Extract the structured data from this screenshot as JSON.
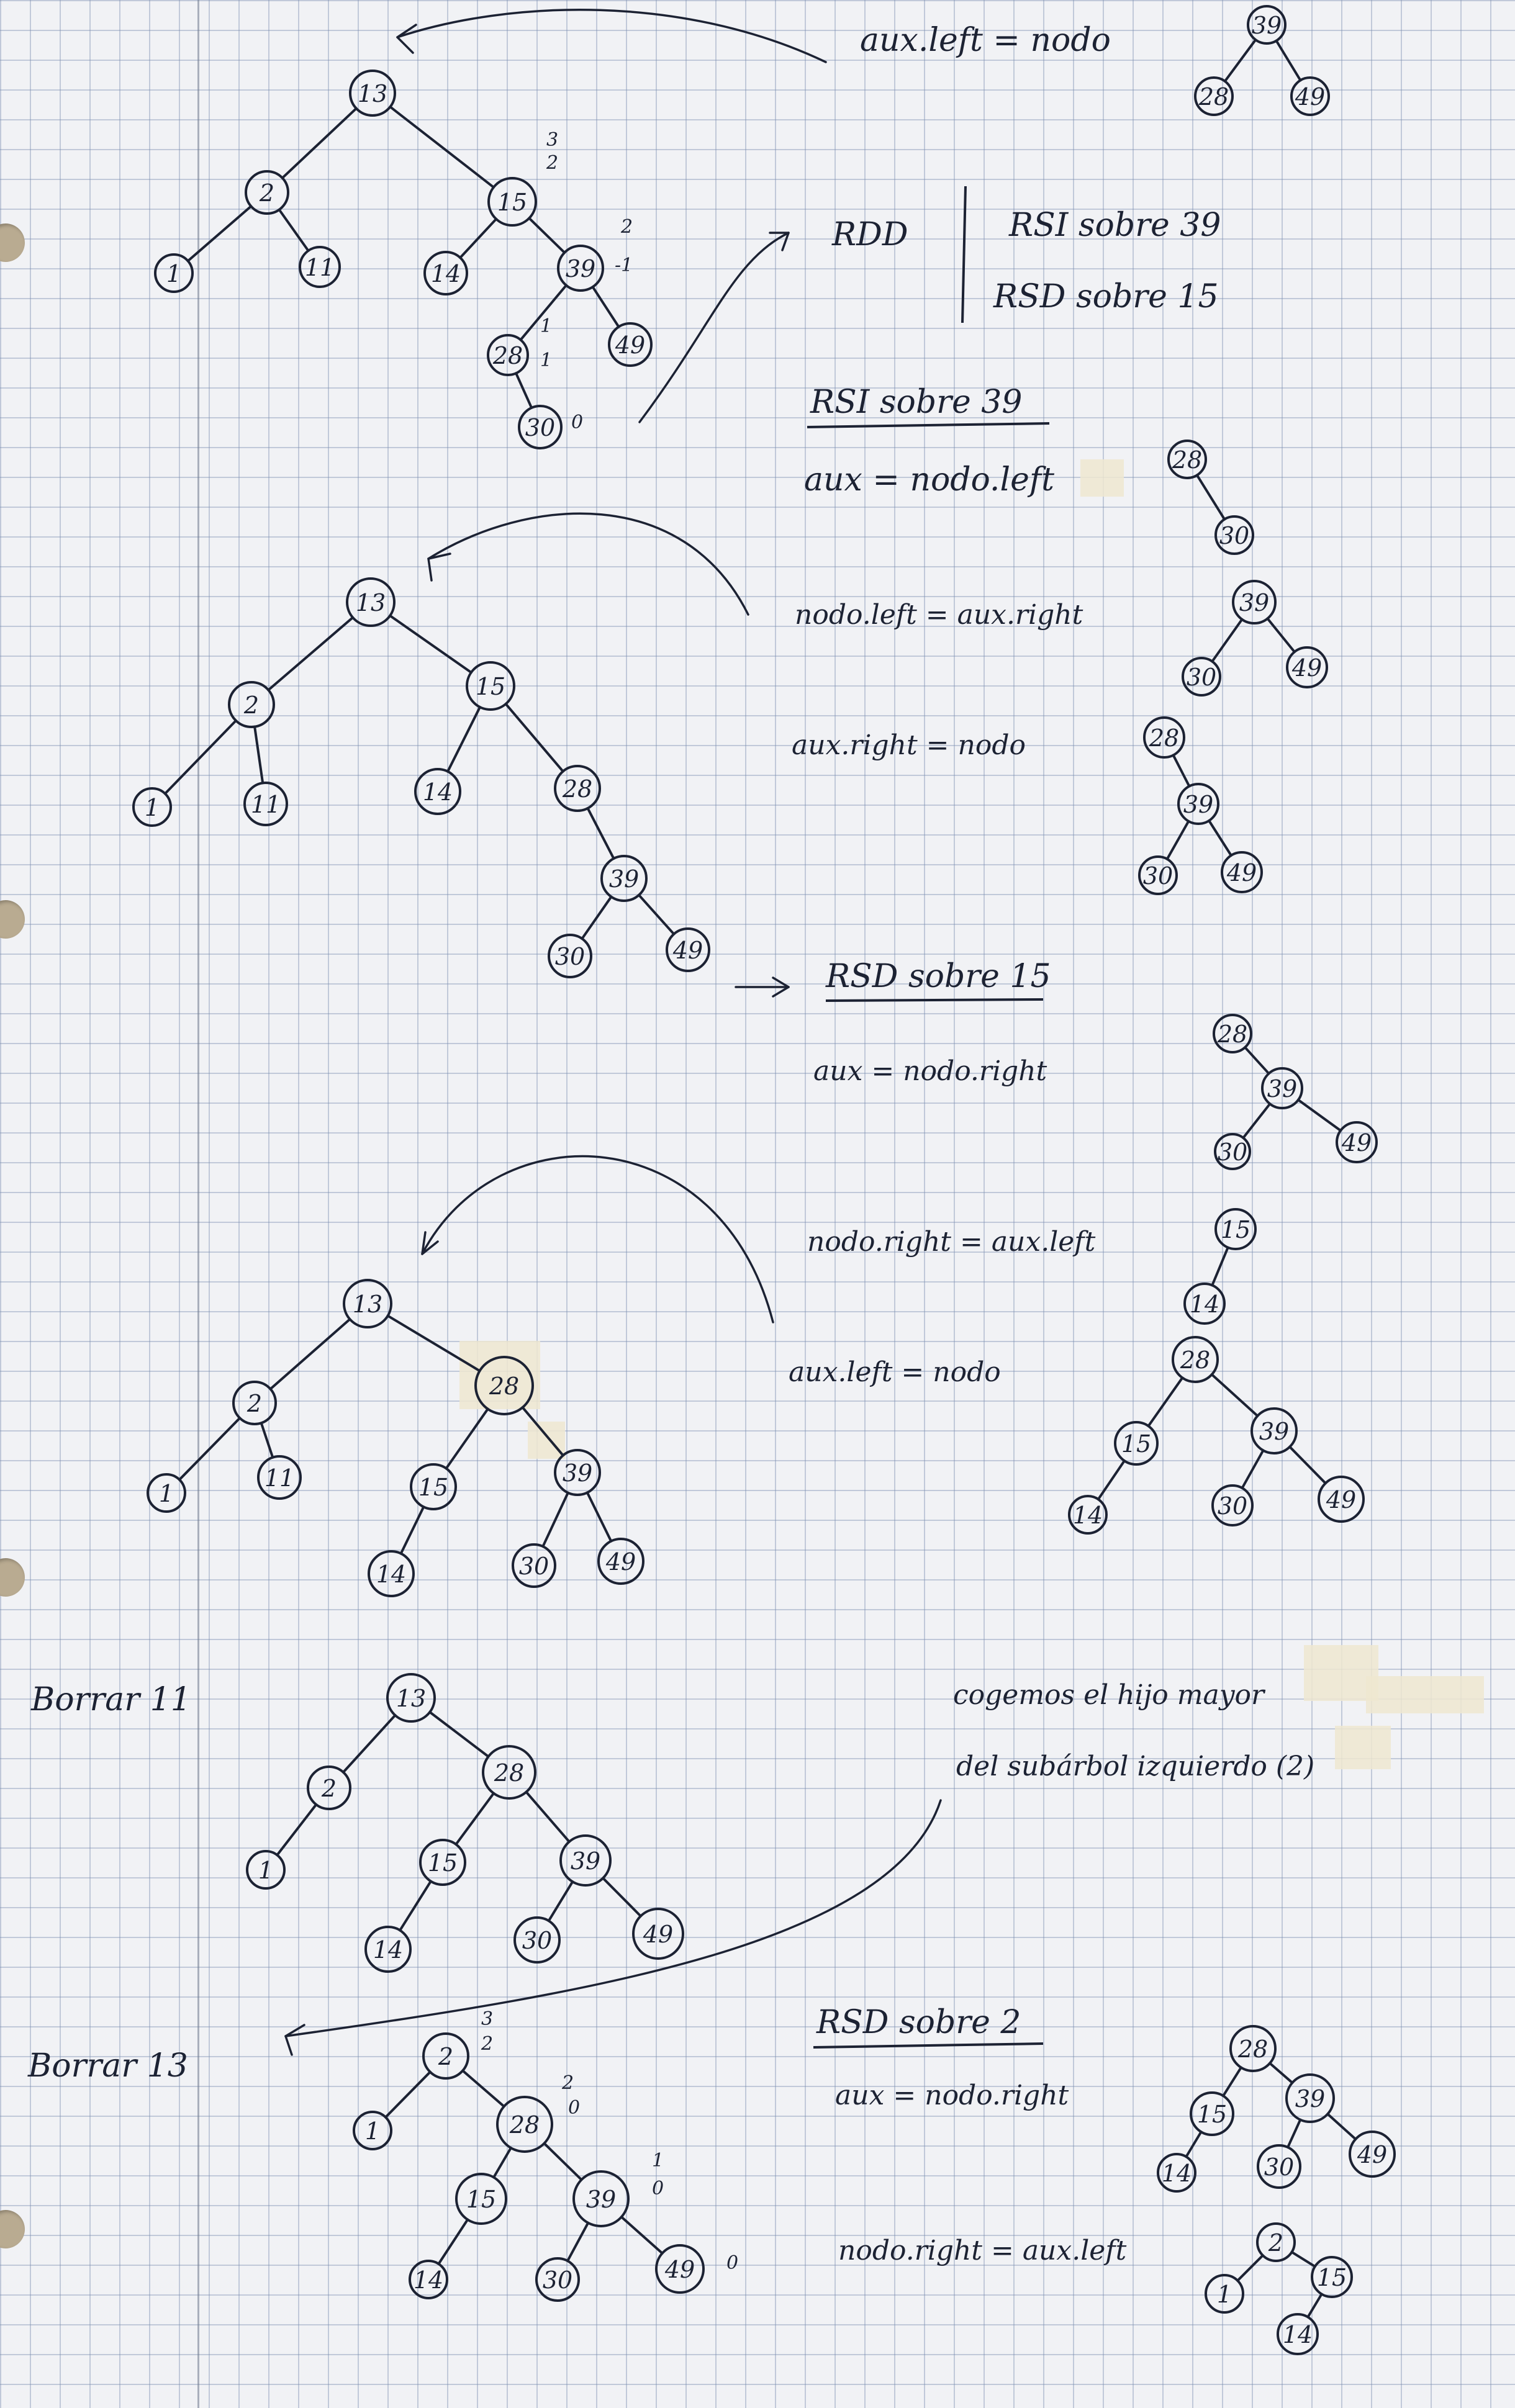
{
  "notes": {
    "aux_left_nodo_1": "aux.left = nodo",
    "rdd": "RDD",
    "rsi_sobre_39": "RSI sobre 39",
    "rsd_sobre_15": "RSD sobre 15",
    "rsi_title": "RSI sobre 39",
    "aux_nodo_left": "aux = nodo.left",
    "nodo_left_aux_right": "nodo.left = aux.right",
    "aux_right_nodo": "aux.right = nodo",
    "rsd_title": "RSD sobre 15",
    "aux_nodo_right": "aux = nodo.right",
    "nodo_right_aux_left": "nodo.right = aux.left",
    "aux_left_nodo_2": "aux.left = nodo",
    "borrar_11": "Borrar 11",
    "cogemos_1": "cogemos el hijo mayor",
    "cogemos_2": "del subárbol izquierdo (2)",
    "borrar_13": "Borrar 13",
    "rsd_2_title": "RSD sobre 2",
    "aux_nodo_right_2": "aux = nodo.right",
    "nodo_right_aux_left_2": "nodo.right = aux.left"
  },
  "balance_marks": {
    "t1_15": [
      "3",
      "2"
    ],
    "t1_39": [
      "2",
      "-1"
    ],
    "t1_28": [
      "1",
      "1"
    ],
    "t1_30": [
      "0"
    ],
    "t5_2": [
      "3",
      "2"
    ],
    "t5_28": [
      "2",
      "0"
    ],
    "t5_39": [
      "1",
      "0"
    ],
    "t5_49": [
      "0"
    ]
  },
  "trees": [
    {
      "id": "top-small",
      "nodes": [
        "39",
        "28",
        "49"
      ]
    },
    {
      "id": "tree-1",
      "nodes": [
        "13",
        "2",
        "15",
        "1",
        "11",
        "14",
        "39",
        "28",
        "49",
        "30"
      ]
    },
    {
      "id": "rsi-step-a",
      "nodes": [
        "28",
        "30"
      ]
    },
    {
      "id": "rsi-step-b",
      "nodes": [
        "39",
        "30",
        "49"
      ]
    },
    {
      "id": "rsi-step-c",
      "nodes": [
        "28",
        "39",
        "30",
        "49"
      ]
    },
    {
      "id": "tree-2",
      "nodes": [
        "13",
        "2",
        "15",
        "1",
        "11",
        "14",
        "28",
        "39",
        "30",
        "49"
      ]
    },
    {
      "id": "rsd-step-a",
      "nodes": [
        "28",
        "39",
        "30",
        "49"
      ]
    },
    {
      "id": "rsd-step-b",
      "nodes": [
        "15",
        "14"
      ]
    },
    {
      "id": "rsd-step-c",
      "nodes": [
        "28",
        "15",
        "39",
        "14",
        "30",
        "49"
      ]
    },
    {
      "id": "tree-3",
      "nodes": [
        "13",
        "2",
        "28",
        "1",
        "11",
        "15",
        "39",
        "14",
        "30",
        "49"
      ]
    },
    {
      "id": "tree-4",
      "nodes": [
        "13",
        "2",
        "28",
        "1",
        "15",
        "39",
        "14",
        "30",
        "49"
      ]
    },
    {
      "id": "tree-5",
      "nodes": [
        "2",
        "1",
        "28",
        "15",
        "39",
        "14",
        "30",
        "49"
      ]
    },
    {
      "id": "rsd2-step-a",
      "nodes": [
        "28",
        "15",
        "39",
        "14",
        "30",
        "49"
      ]
    },
    {
      "id": "rsd2-step-b",
      "nodes": [
        "2",
        "1",
        "15",
        "14"
      ]
    }
  ]
}
